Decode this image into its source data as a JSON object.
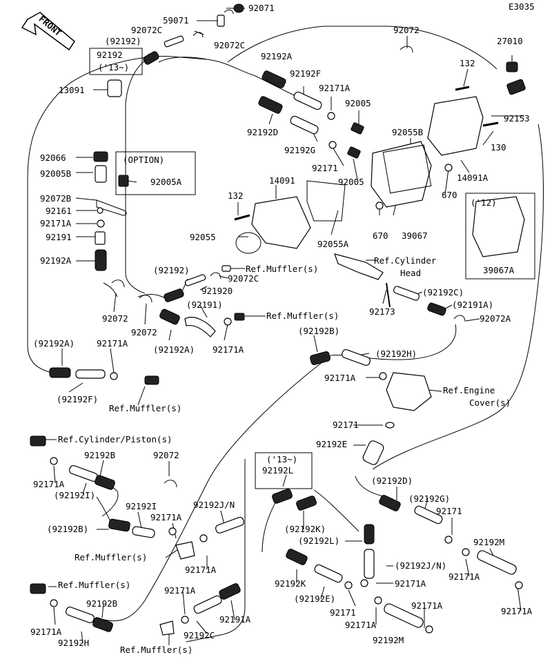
{
  "diagram_code": "E3035",
  "front_label": "FRONT",
  "option_label": "(OPTION)",
  "year13_label": "('13~)",
  "year12_label": "('12)",
  "labels": {
    "l_92071": "92071",
    "l_59071": "59071",
    "l_92072c_a": "92072C",
    "l_92072c_b": "92072C",
    "l_92192_0": "(92192)",
    "l_92192": "92192",
    "l_92072_top": "92072",
    "l_27010": "27010",
    "l_92192a_top": "92192A",
    "l_132_top": "132",
    "l_13091": "13091",
    "l_92192f_top": "92192F",
    "l_92171a_top": "92171A",
    "l_92005_top": "92005",
    "l_92153": "92153",
    "l_92192d": "92192D",
    "l_92055b": "92055B",
    "l_92192g": "92192G",
    "l_130": "130",
    "l_92066": "92066",
    "l_92171_m": "92171",
    "l_92005_m": "92005",
    "l_14091a": "14091A",
    "l_92005b": "92005B",
    "l_92005a": "92005A",
    "l_14091": "14091",
    "l_92072b": "92072B",
    "l_670_a": "670",
    "l_92161": "92161",
    "l_132_m": "132",
    "l_92171a_l": "92171A",
    "l_670_b": "670",
    "l_39067": "39067",
    "l_92191": "92191",
    "l_92055": "92055",
    "l_92055a": "92055A",
    "l_92192a_l": "92192A",
    "l_ref_cyl_head": "Ref.Cylinder",
    "l_ref_cyl_head2": "Head",
    "l_39067a": "39067A",
    "l_92192_p": "(92192)",
    "l_ref_muff1": "Ref.Muffler(s)",
    "l_92072c_m": "92072C",
    "l_921920": "921920",
    "l_92192c_p": "(92192C)",
    "l_92191_p": "(92191)",
    "l_92072_m": "92072",
    "l_92072_m2": "92072",
    "l_92173": "92173",
    "l_92191a_p": "(92191A)",
    "l_ref_muff2": "Ref.Muffler(s)",
    "l_92072a": "92072A",
    "l_92192a_p2": "(92192A)",
    "l_92171a_m": "92171A",
    "l_92192b_p": "(92192B)",
    "l_92192a_p": "(92192A)",
    "l_92171a_c": "92171A",
    "l_92192h_p": "(92192H)",
    "l_92171a_r": "92171A",
    "l_ref_engine": "Ref.Engine",
    "l_ref_engine2": "Cover(s)",
    "l_92192f_p": "(92192F)",
    "l_ref_muff3": "Ref.Muffler(s)",
    "l_92171_r": "92171",
    "l_ref_cyl_piston": "Ref.Cylinder/Piston(s)",
    "l_92192e": "92192E",
    "l_92192b": "92192B",
    "l_92072_b": "92072",
    "l_13_b": "('13~)",
    "l_92192l": "92192L",
    "l_92171a_b1": "92171A",
    "l_92192i_p": "(92192I)",
    "l_92192d_p": "(92192D)",
    "l_92192g_p": "(92192G)",
    "l_92192i": "92192I",
    "l_92192jn": "92192J/N",
    "l_92171a_b2": "92171A",
    "l_92171_b": "92171",
    "l_92192b_p2": "(92192B)",
    "l_92192k_p": "(92192K)",
    "l_92192l_p": "(92192L)",
    "l_ref_muff4": "Ref.Muffler(s)",
    "l_92171a_b3": "92171A",
    "l_92192m": "92192M",
    "l_92192jn_p": "(92192J/N)",
    "l_92171a_b4": "92171A",
    "l_92192k": "92192K",
    "l_92192e_p": "(92192E)",
    "l_ref_muff5": "Ref.Muffler(s)",
    "l_92171a_b5": "92171A",
    "l_92192b_2": "92192B",
    "l_92191a": "92191A",
    "l_92171_b2": "92171",
    "l_92171a_b6": "92171A",
    "l_92171a_b7": "92171A",
    "l_92171a_b8": "92171A",
    "l_92192h": "92192H",
    "l_92192c": "92192C",
    "l_92192m_b": "92192M",
    "l_ref_muff6": "Ref.Muffler(s)"
  }
}
